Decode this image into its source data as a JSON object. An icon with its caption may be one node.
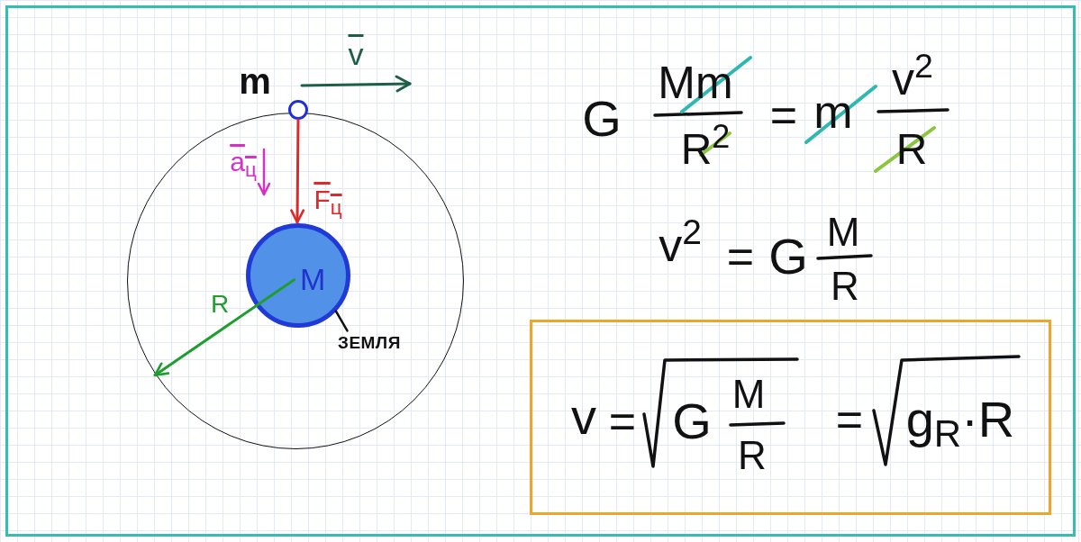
{
  "diagram": {
    "nodes": [
      {
        "text": [],
        "shape": "circle"
      },
      {
        "text": [
          "M"
        ],
        "in": 0
      },
      {
        "text": [],
        "shape": "circle",
        "beside": [
          "m"
        ]
      },
      {
        "text": [
          "ЗЕМЛЯ"
        ],
        "in": 0
      },
      {
        "text": [
          "v",
          "=",
          "G",
          "M",
          "R",
          "=",
          "g$_{R}$·R"
        ]
      }
    ],
    "edges": [
      {
        "from": 2,
        "to": 1,
        "arrow": "to",
        "color": "#d92b2b",
        "label": "F$_{ц}$"
      },
      {
        "from": 1,
        "to": 0,
        "arrow": "to",
        "color": "#1e9e2e",
        "label": "R"
      },
      {
        "from": 3,
        "to": 1,
        "arrow": "none",
        "color": "#111111"
      }
    ],
    "labels": [
      "v",
      "a$_{ц}$",
      "G",
      "Mm",
      "R$^{2}$",
      "=",
      "m",
      "v$^{2}$",
      "R",
      "v$^{2}$",
      "=",
      "G",
      "M",
      "R"
    ]
  }
}
